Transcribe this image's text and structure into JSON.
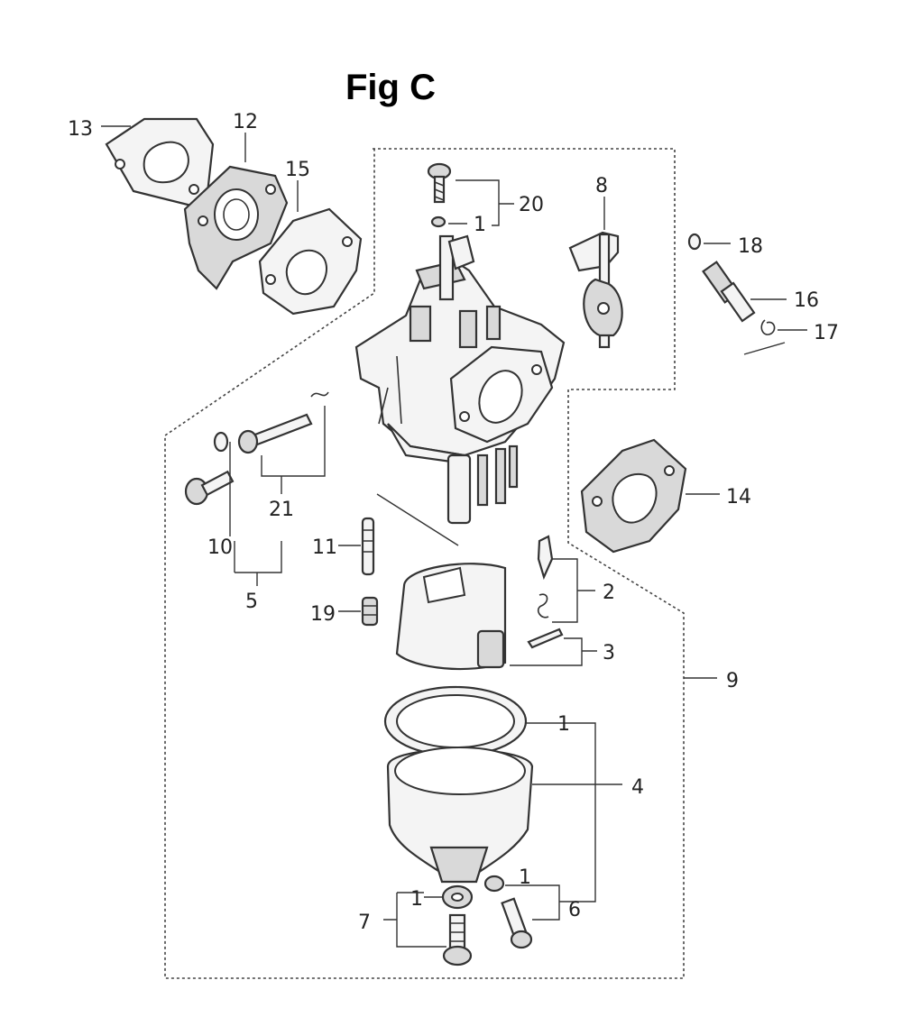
{
  "figure": {
    "title": "Fig C"
  },
  "callouts": {
    "c13": "13",
    "c12": "12",
    "c15": "15",
    "c20": "20",
    "c1_top": "1",
    "c8": "8",
    "c18": "18",
    "c16": "16",
    "c17": "17",
    "c14": "14",
    "c21": "21",
    "c10": "10",
    "c5": "5",
    "c11": "11",
    "c19": "19",
    "c2": "2",
    "c3": "3",
    "c9": "9",
    "c1_bowl": "1",
    "c4": "4",
    "c1_left": "1",
    "c1_right": "1",
    "c7": "7",
    "c6": "6"
  }
}
